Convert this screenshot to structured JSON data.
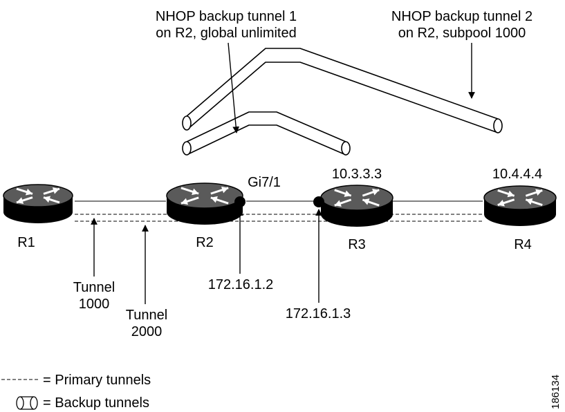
{
  "callouts": {
    "backup_tunnel_1": [
      "NHOP backup tunnel 1",
      "on R2, global unlimited"
    ],
    "backup_tunnel_2": [
      "NHOP backup tunnel 2",
      "on R2, subpool 1000"
    ]
  },
  "routers": {
    "r1": {
      "name": "R1",
      "address": ""
    },
    "r2": {
      "name": "R2",
      "address": ""
    },
    "r3": {
      "name": "R3",
      "address": "10.3.3.3"
    },
    "r4": {
      "name": "R4",
      "address": "10.4.4.4"
    }
  },
  "interfaces": {
    "gi": "Gi7/1",
    "r2_ip": "172.16.1.2",
    "r3_ip": "172.16.1.3"
  },
  "tunnels": {
    "t1000": [
      "Tunnel",
      "1000"
    ],
    "t2000": [
      "Tunnel",
      "2000"
    ]
  },
  "legend": {
    "primary": "= Primary tunnels",
    "backup": "= Backup tunnels"
  },
  "figure_id": "186134",
  "colors": {
    "router_body": "#000000",
    "router_top": "#5a5a5a",
    "arrow": "#ffffff"
  }
}
